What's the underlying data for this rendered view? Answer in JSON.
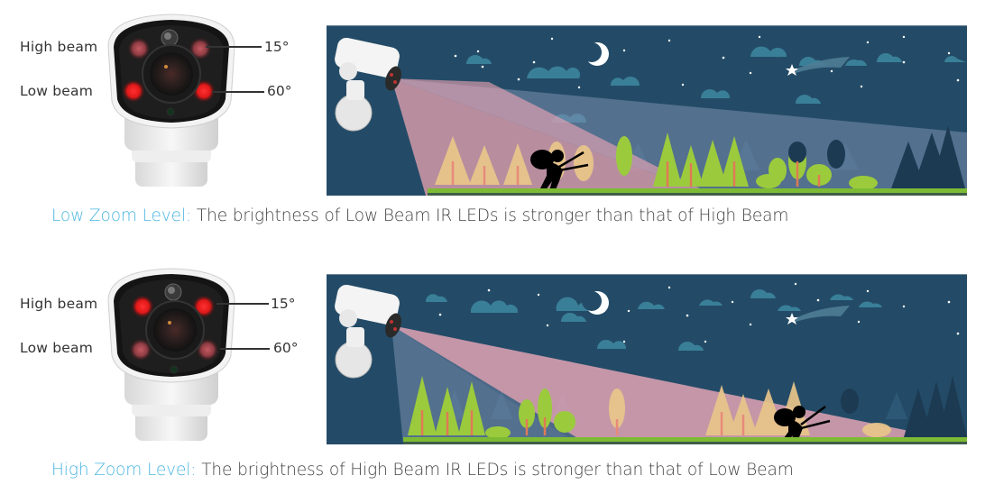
{
  "colors": {
    "caption_accent": "#4cb6e0",
    "caption_text": "#444444",
    "sky": "#234b67",
    "cloud": "#3a7f98",
    "ir_beam": "#f0a8b4",
    "low_beam_fill": "#8a9db5",
    "led_bright": "#ff2a2a",
    "led_dim": "#c25a62",
    "grass": "#7dbb34",
    "tree_green": "#9bcb3c",
    "tree_dark": "#1c3a52"
  },
  "panels": [
    {
      "id": "low-zoom",
      "labels": {
        "high_beam": "High beam",
        "low_beam": "Low beam",
        "high_angle": "15°",
        "low_angle": "60°"
      },
      "active_beam": "low",
      "caption": {
        "lead": "Low Zoom Level:",
        "text": " The brightness of Low Beam IR LEDs is stronger than that of High Beam"
      }
    },
    {
      "id": "high-zoom",
      "labels": {
        "high_beam": "High beam",
        "low_beam": "Low beam",
        "high_angle": "15°",
        "low_angle": "60°"
      },
      "active_beam": "high",
      "caption": {
        "lead": "High Zoom Level:",
        "text": " The brightness of High Beam IR LEDs is stronger than that of Low Beam"
      }
    }
  ],
  "icons": {
    "camera_front": "bullet-camera-front-icon",
    "ptz_camera": "ptz-camera-icon",
    "moon": "crescent-moon-icon",
    "shooting_star": "shooting-star-icon",
    "thief": "thief-with-bolt-cutter-icon"
  }
}
